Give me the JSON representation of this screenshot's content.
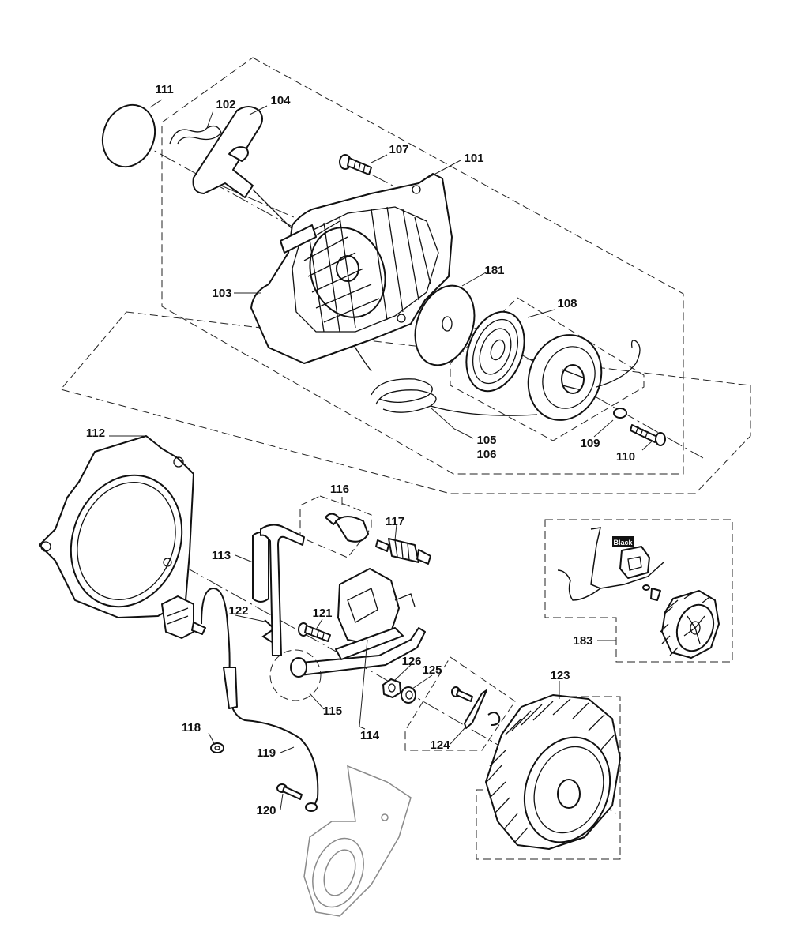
{
  "labels": {
    "l101": "101",
    "l102": "102",
    "l103": "103",
    "l104": "104",
    "l105": "105",
    "l106": "106",
    "l107": "107",
    "l108": "108",
    "l109": "109",
    "l110": "110",
    "l111": "111",
    "l112": "112",
    "l113": "113",
    "l114": "114",
    "l115": "115",
    "l116": "116",
    "l117": "117",
    "l118": "118",
    "l119": "119",
    "l120": "120",
    "l121": "121",
    "l122": "122",
    "l123": "123",
    "l124": "124",
    "l125": "125",
    "l126": "126",
    "l181": "181",
    "l183": "183"
  },
  "tags": {
    "black": "Black"
  },
  "colors": {
    "line": "#111111",
    "label_bg": "#111111",
    "label_fg": "#ffffff"
  }
}
